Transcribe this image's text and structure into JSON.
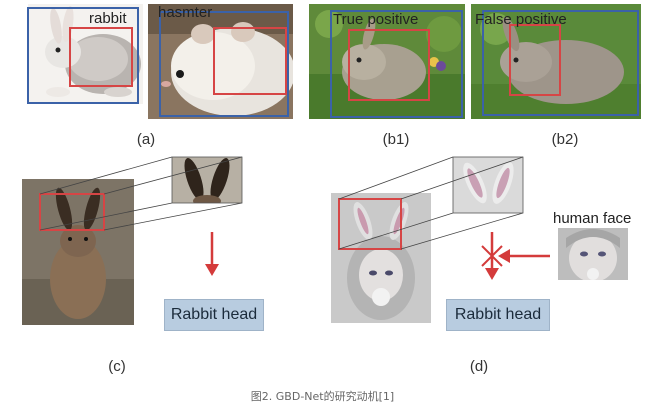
{
  "panels": {
    "a": {
      "label": "(a)",
      "image1_box_label": "rabbit",
      "image2_box_label": "hasmter"
    },
    "b1": {
      "label": "(b1)",
      "box_label": "True positive"
    },
    "b2": {
      "label": "(b2)",
      "box_label": "False positive"
    },
    "c": {
      "label": "(c)",
      "result": "Rabbit head"
    },
    "d": {
      "label": "(d)",
      "result": "Rabbit head",
      "side_label": "human face"
    }
  },
  "caption": "图2. GBD-Net的研究动机[1]",
  "colors": {
    "box_red": "#d64545",
    "box_blue": "#3b62a8",
    "box_green": "#4a8a3a",
    "arrow_red": "#d43b3b",
    "result_bg": "#b8cce0"
  }
}
